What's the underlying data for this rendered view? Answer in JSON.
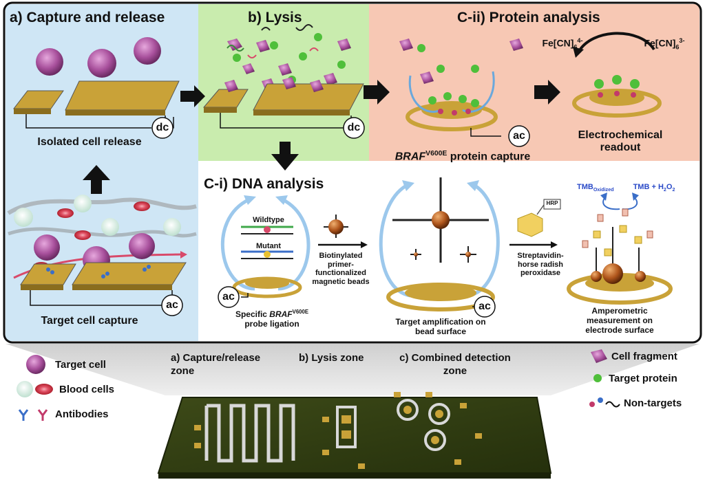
{
  "panels": {
    "a_title": "a) Capture and release",
    "b_title": "b) Lysis",
    "cii_title": "C-ii) Protein analysis",
    "ci_title": "C-i) DNA analysis"
  },
  "labels": {
    "isolated_cell_release": "Isolated cell release",
    "target_cell_capture": "Target cell capture",
    "dc": "dc",
    "ac": "ac",
    "fe_left": "Fe[CN]",
    "fe_left_sub": "6",
    "fe_left_sup": "4-",
    "fe_right": "Fe[CN]",
    "fe_right_sub": "6",
    "fe_right_sup": "3-",
    "braf_prefix": "BRAF",
    "braf_sup": "V600E",
    "protein_capture": " protein capture",
    "electrochemical_readout": "Electrochemical readout",
    "wildtype": "Wildtype",
    "mutant": "Mutant",
    "biotinylated": "Biotinylated primer-functionalized magnetic beads",
    "specific_probe_prefix": "Specific ",
    "specific_probe_braf": "BRAF",
    "specific_probe_sup": "V600E",
    "probe_ligation": "probe ligation",
    "target_amplification": "Target amplification on bead surface",
    "hrp": "HRP",
    "streptavidin": "Streptavidin-horse radish peroxidase",
    "tmb_ox": "TMB",
    "tmb_ox_sub": "Oxidized",
    "tmb_h2o2": "TMB + H",
    "h2o2_sub1": "2",
    "h2o2_o": "O",
    "h2o2_sub2": "2",
    "amperometric": "Amperometric measurement on electrode surface"
  },
  "legend": {
    "target_cell": "Target cell",
    "blood_cells": "Blood cells",
    "antibodies": "Antibodies",
    "cell_fragment": "Cell fragment",
    "target_protein": "Target protein",
    "non_targets": "Non-targets"
  },
  "zones": {
    "capture_release": "a) Capture/release zone",
    "lysis": "b) Lysis zone",
    "combined": "c) Combined detection zone"
  },
  "colors": {
    "panel_a": "#cfe6f5",
    "panel_b": "#c9ecae",
    "panel_cii": "#f7c8b4",
    "electrode": "#c9a238",
    "target_cell": "#b05aa6",
    "blood_cell": "#d8334a",
    "target_protein": "#4fbf3a",
    "chip": "#2f3b12"
  }
}
